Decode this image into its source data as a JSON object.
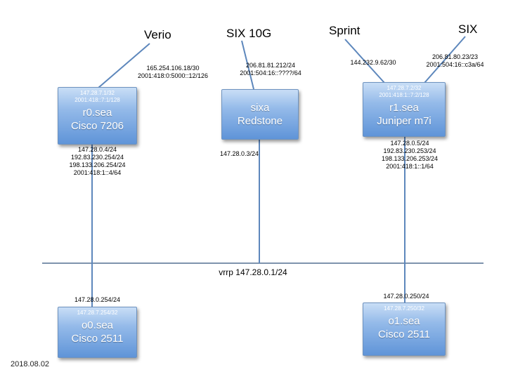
{
  "meta": {
    "date": "2018.08.02"
  },
  "bus": {
    "label": "vrrp 147.28.0.1/24"
  },
  "uplinks": {
    "verio": {
      "label": "Verio",
      "ip1": "165.254.106.18/30",
      "ip2": "2001:418:0:5000::12/126"
    },
    "six10g": {
      "label": "SIX 10G",
      "ip1": "206.81.81.212/24",
      "ip2": "2001:504:16::????/64"
    },
    "sprint": {
      "label": "Sprint",
      "ip1": "144.232.9.62/30"
    },
    "six": {
      "label": "SIX",
      "ip1": "206.81.80.23/23",
      "ip2": "2001:504:16::c3a/64"
    }
  },
  "nodes": {
    "r0": {
      "lo1": "147.28.7.1/32",
      "lo2": "2001:418::7:1/128",
      "name": "r0.sea",
      "model": "Cisco 7206",
      "if1": "147.28.0.4/24",
      "if2": "192.83.230.254/24",
      "if3": "198.133.206.254/24",
      "if4": "2001:418:1::4/64"
    },
    "sixa": {
      "name": "sixa",
      "model": "Redstone",
      "if1": "147.28.0.3/24"
    },
    "r1": {
      "lo1": "147.28.7.2/32",
      "lo2": "2001:418:1::7:2/128",
      "name": "r1.sea",
      "model": "Juniper m7i",
      "if1": "147.28.0.5/24",
      "if2": "192.83.230.253/24",
      "if3": "198.133.206.253/24",
      "if4": "2001:418:1::1/64"
    },
    "o0": {
      "above": "147.28.0.254/24",
      "lo1": "147.28.7.254/32",
      "name": "o0.sea",
      "model": "Cisco 2511"
    },
    "o1": {
      "above": "147.28.0.250/24",
      "lo1": "147.28.7.250/32",
      "name": "o1.sea",
      "model": "Cisco 2511"
    }
  }
}
